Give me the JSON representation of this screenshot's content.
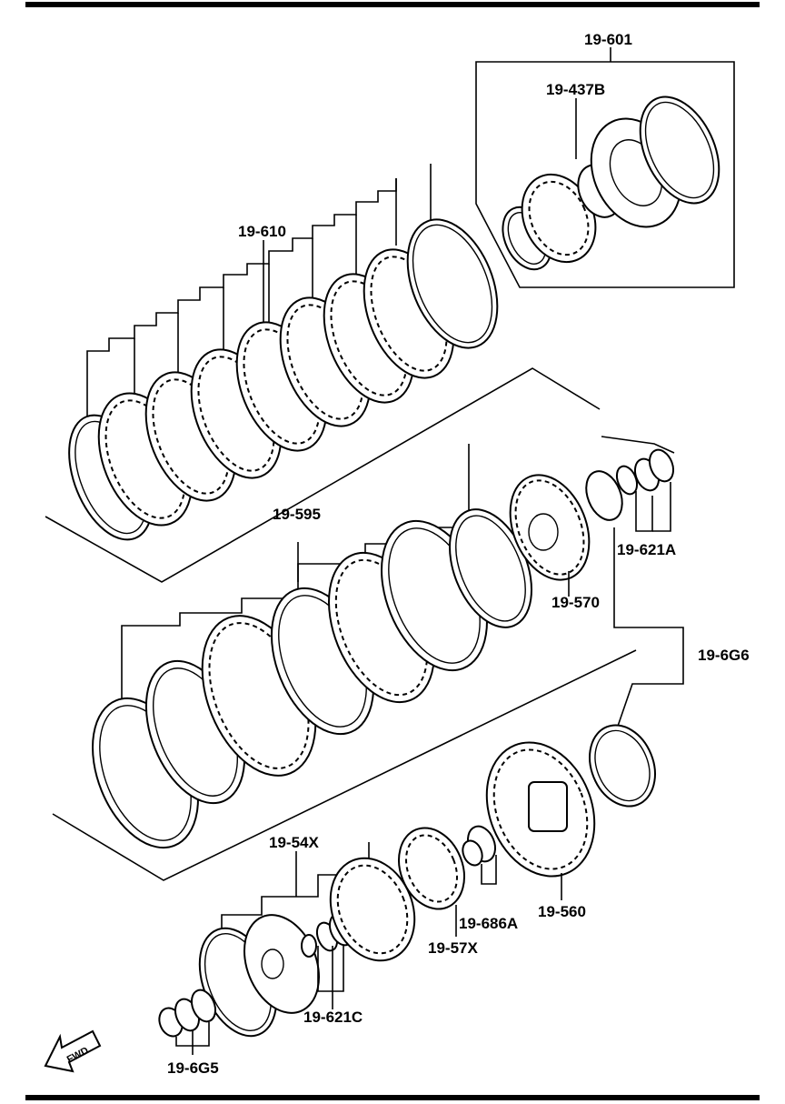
{
  "labels": {
    "l_19_601": "19-601",
    "l_19_437B": "19-437B",
    "l_19_610": "19-610",
    "l_19_595": "19-595",
    "l_19_621A": "19-621A",
    "l_19_570": "19-570",
    "l_19_6G6": "19-6G6",
    "l_19_54X": "19-54X",
    "l_19_686A": "19-686A",
    "l_19_560": "19-560",
    "l_19_57X": "19-57X",
    "l_19_621C": "19-621C",
    "l_19_6G5": "19-6G5"
  },
  "fwd_arrow": {
    "text": "FWD"
  },
  "colors": {
    "line": "#000000",
    "background": "#ffffff"
  }
}
